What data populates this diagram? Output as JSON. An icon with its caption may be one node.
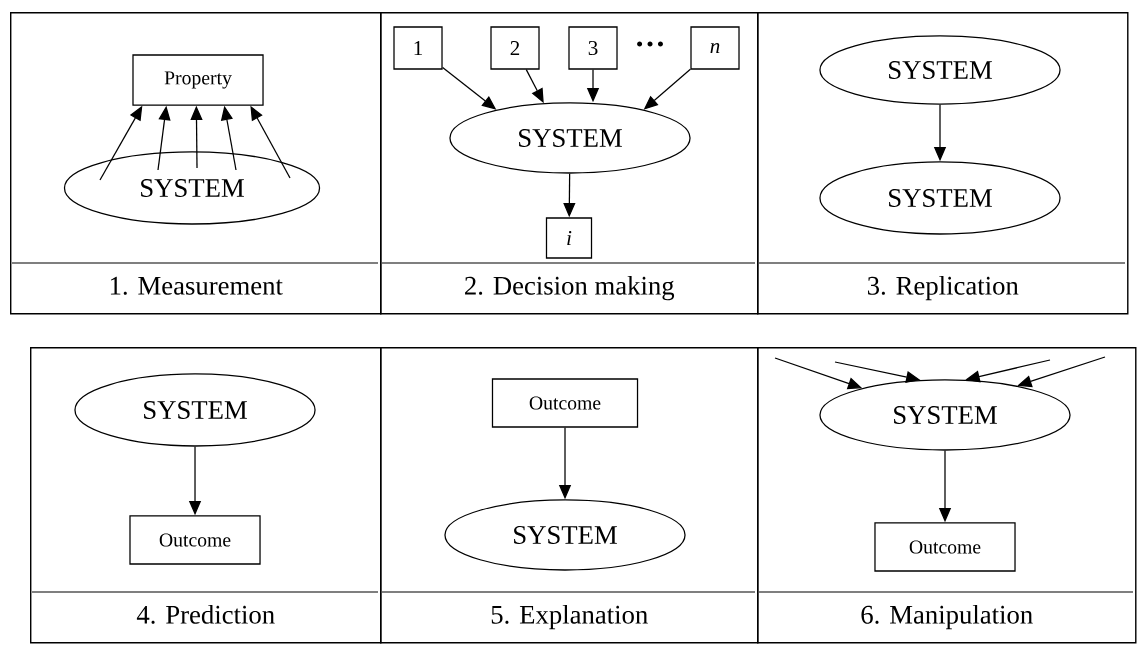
{
  "diagram": {
    "nodes": [
      {
        "text": [
          "1. Measurement"
        ]
      },
      {
        "text": [
          "Property"
        ],
        "in": 0
      },
      {
        "text": [
          "SYSTEM"
        ],
        "in": 0
      },
      {
        "text": [
          "2. Decision making"
        ]
      },
      {
        "text": [
          "1"
        ],
        "in": 3
      },
      {
        "text": [
          "2"
        ],
        "in": 3
      },
      {
        "text": [
          "3"
        ],
        "in": 3
      },
      {
        "text": [
          "n"
        ],
        "in": 3
      },
      {
        "text": [
          "SYSTEM"
        ],
        "in": 3
      },
      {
        "text": [
          "i"
        ],
        "in": 3
      },
      {
        "text": [
          "3. Replication"
        ]
      },
      {
        "text": [
          "SYSTEM"
        ],
        "in": 10
      },
      {
        "text": [
          "SYSTEM"
        ],
        "in": 10
      },
      {
        "text": [
          "4. Prediction"
        ]
      },
      {
        "text": [
          "SYSTEM"
        ],
        "in": 13
      },
      {
        "text": [
          "Outcome"
        ],
        "in": 13
      },
      {
        "text": [
          "5. Explanation"
        ]
      },
      {
        "text": [
          "Outcome"
        ],
        "in": 16
      },
      {
        "text": [
          "SYSTEM"
        ],
        "in": 16
      },
      {
        "text": [
          "6. Manipulation"
        ]
      },
      {
        "text": [
          "SYSTEM"
        ],
        "in": 19
      },
      {
        "text": [
          "Outcome"
        ],
        "in": 19
      }
    ],
    "edges": [
      {
        "from": 2,
        "to": 1,
        "arrow": "to"
      },
      {
        "from": 2,
        "to": 1,
        "arrow": "to"
      },
      {
        "from": 2,
        "to": 1,
        "arrow": "to"
      },
      {
        "from": 2,
        "to": 1,
        "arrow": "to"
      },
      {
        "from": 2,
        "to": 1,
        "arrow": "to"
      },
      {
        "from": 4,
        "to": 8,
        "arrow": "to"
      },
      {
        "from": 5,
        "to": 8,
        "arrow": "to"
      },
      {
        "from": 6,
        "to": 8,
        "arrow": "to"
      },
      {
        "from": 7,
        "to": 8,
        "arrow": "to"
      },
      {
        "from": 8,
        "to": 9,
        "arrow": "to"
      },
      {
        "from": 11,
        "to": 12,
        "arrow": "to"
      },
      {
        "from": 14,
        "to": 15,
        "arrow": "to"
      },
      {
        "from": 17,
        "to": 18,
        "arrow": "to"
      },
      {
        "from": null,
        "to": 20,
        "arrow": "to"
      },
      {
        "from": null,
        "to": 20,
        "arrow": "to"
      },
      {
        "from": null,
        "to": 20,
        "arrow": "to"
      },
      {
        "from": null,
        "to": 20,
        "arrow": "to"
      },
      {
        "from": 20,
        "to": 21,
        "arrow": "to"
      }
    ],
    "labels": [
      "…"
    ]
  }
}
